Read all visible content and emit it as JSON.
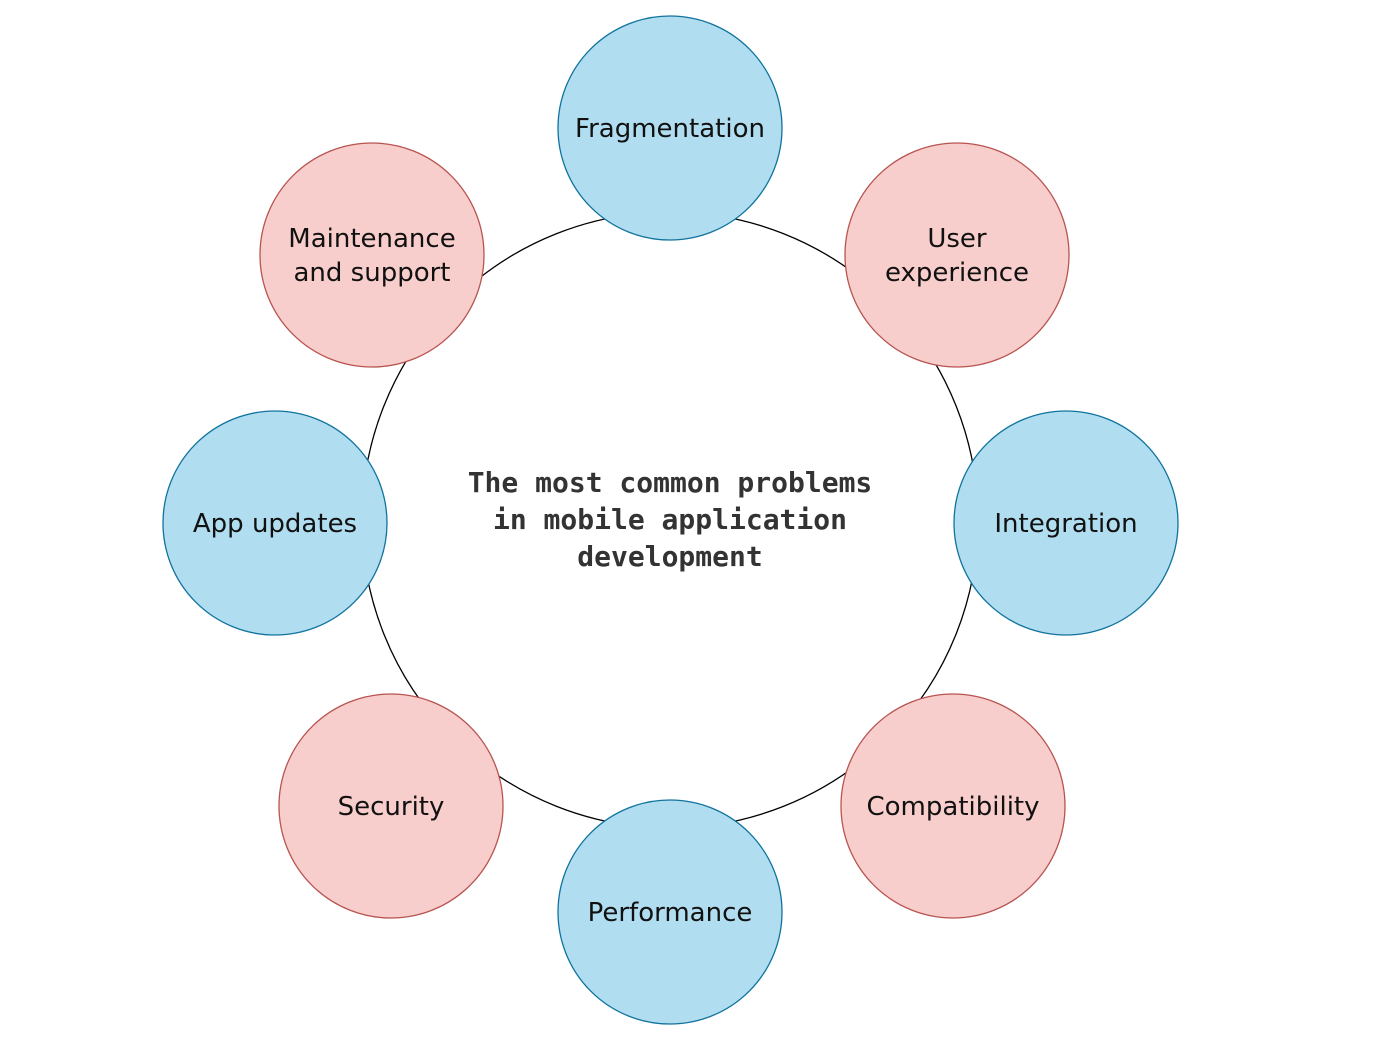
{
  "diagram": {
    "center_title": [
      "The most common problems",
      "in mobile application",
      "development"
    ],
    "colors": {
      "blue_fill": "#b1ddf0",
      "blue_stroke": "#10739e",
      "red_fill": "#f8cecc",
      "red_stroke": "#b85450",
      "ring_stroke": "#000000",
      "title_text": "#333333",
      "label_text": "#111111"
    },
    "nodes": [
      {
        "id": "fragmentation",
        "lines": [
          "Fragmentation"
        ],
        "color": "blue"
      },
      {
        "id": "user-experience",
        "lines": [
          "User",
          "experience"
        ],
        "color": "red"
      },
      {
        "id": "integration",
        "lines": [
          "Integration"
        ],
        "color": "blue"
      },
      {
        "id": "compatibility",
        "lines": [
          "Compatibility"
        ],
        "color": "red"
      },
      {
        "id": "performance",
        "lines": [
          "Performance"
        ],
        "color": "blue"
      },
      {
        "id": "security",
        "lines": [
          "Security"
        ],
        "color": "red"
      },
      {
        "id": "app-updates",
        "lines": [
          "App updates"
        ],
        "color": "blue"
      },
      {
        "id": "maintenance-and-support",
        "lines": [
          "Maintenance",
          "and support"
        ],
        "color": "red"
      }
    ]
  }
}
